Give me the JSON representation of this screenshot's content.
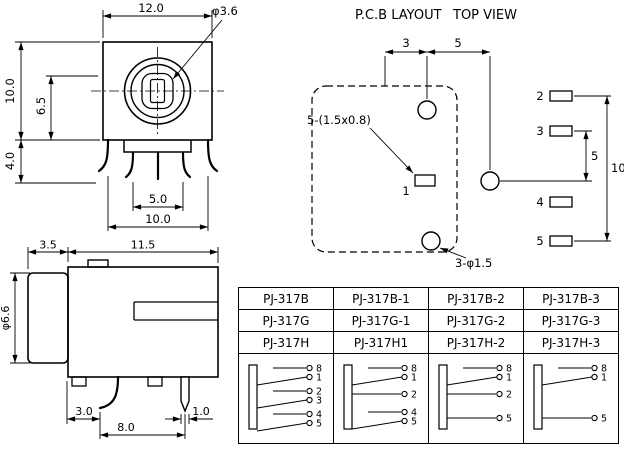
{
  "front_view": {
    "dim_width": "12.0",
    "dim_hole": "φ3.6",
    "dim_height": "10.0",
    "dim_center_height": "6.5",
    "dim_pin_length": "4.0",
    "dim_pin_pitch": "5.0",
    "dim_pin_span": "10.0"
  },
  "pcb_layout": {
    "title_left": "P.C.B LAYOUT",
    "title_right": "TOP VIEW",
    "dim_3": "3",
    "dim_5_top": "5",
    "pad_note": "5-(1.5x0.8)",
    "dim_5_right": "5",
    "dim_10": "10",
    "hole_note": "3-φ1.5",
    "pins": [
      "1",
      "2",
      "3",
      "4",
      "5"
    ]
  },
  "side_view": {
    "dim_3_5": "3.5",
    "dim_11_5": "11.5",
    "dim_dia": "φ6.6",
    "dim_3_0": "3.0",
    "dim_1_0": "1.0",
    "dim_8_0": "8.0"
  },
  "table": {
    "rows": [
      [
        "PJ-317B",
        "PJ-317B-1",
        "PJ-317B-2",
        "PJ-317B-3"
      ],
      [
        "PJ-317G",
        "PJ-317G-1",
        "PJ-317G-2",
        "PJ-317G-3"
      ],
      [
        "PJ-317H",
        "PJ-317H1",
        "PJ-317H-2",
        "PJ-317H-3"
      ]
    ],
    "schematics": [
      {
        "pins": [
          "8",
          "1",
          "2",
          "3",
          "4",
          "5"
        ]
      },
      {
        "pins": [
          "8",
          "1",
          "2",
          "4",
          "5"
        ]
      },
      {
        "pins": [
          "8",
          "1",
          "2",
          "5"
        ]
      },
      {
        "pins": [
          "8",
          "1",
          "5"
        ]
      }
    ]
  }
}
